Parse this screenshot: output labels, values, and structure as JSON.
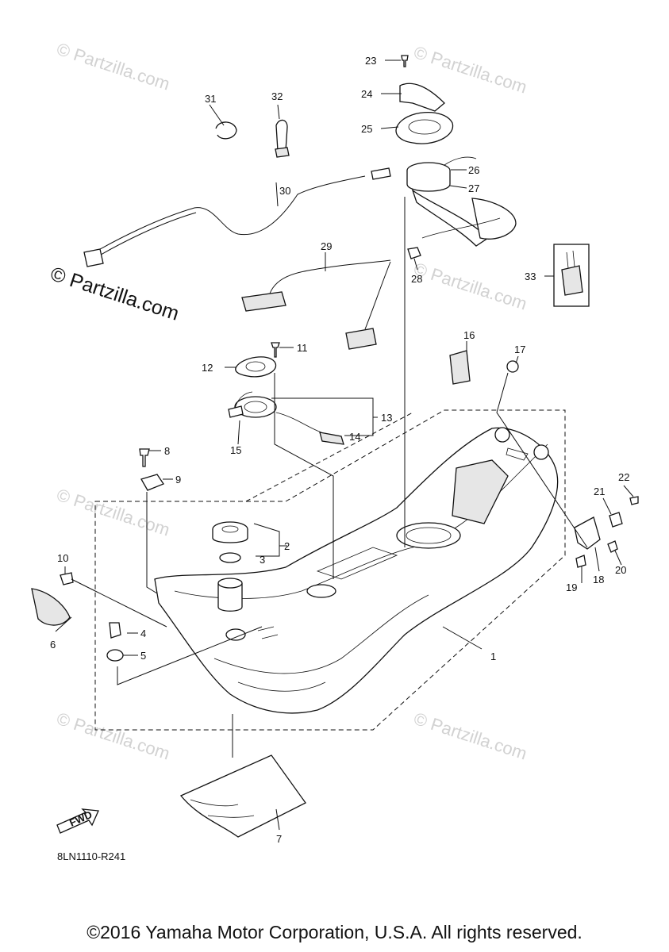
{
  "watermark": {
    "small_text": "© Partzilla.com",
    "large_text": "© Partzilla.com"
  },
  "parts": {
    "p1": "1",
    "p2": "2",
    "p3": "3",
    "p4": "4",
    "p5": "5",
    "p6": "6",
    "p7": "7",
    "p8": "8",
    "p9": "9",
    "p10": "10",
    "p11": "11",
    "p12": "12",
    "p13": "13",
    "p14": "14",
    "p15": "15",
    "p16": "16",
    "p17": "17",
    "p18": "18",
    "p19": "19",
    "p20": "20",
    "p21": "21",
    "p22": "22",
    "p23": "23",
    "p24": "24",
    "p25": "25",
    "p26": "26",
    "p27": "27",
    "p28": "28",
    "p29": "29",
    "p30": "30",
    "p31": "31",
    "p32": "32",
    "p33": "33"
  },
  "fwd_label": "FWD",
  "diagram_code": "8LN1110-R241",
  "copyright": "©2016 Yamaha Motor Corporation, U.S.A. All rights reserved."
}
